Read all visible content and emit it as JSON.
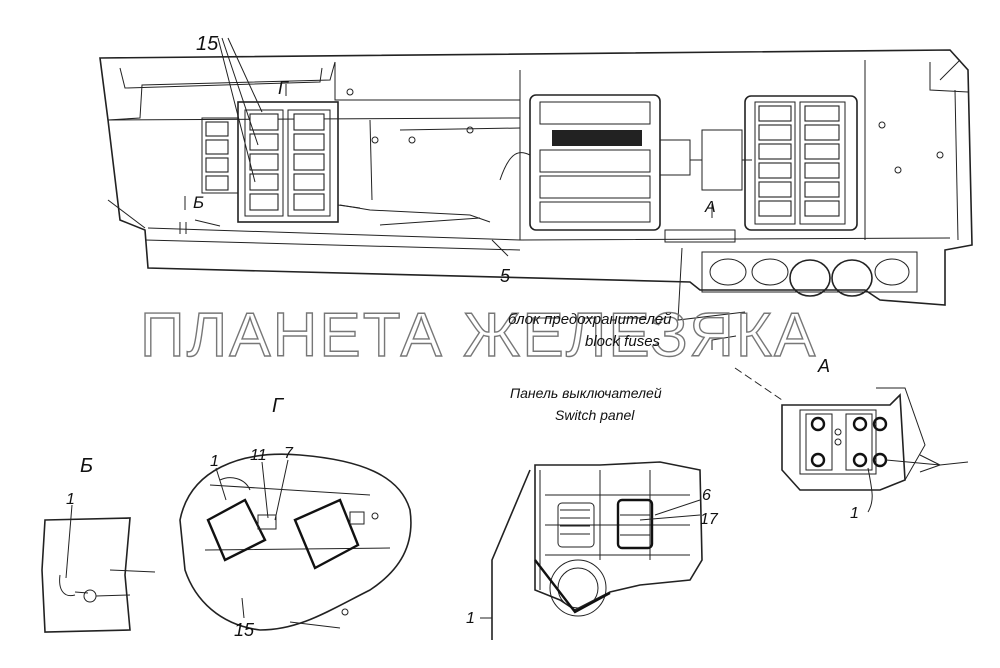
{
  "labels": {
    "callout_15_top": "15",
    "view_g_top": "Г",
    "view_b_top": "Б",
    "view_a_top": "А",
    "callout_5": "5",
    "fuse_block_ru": "блок предохранителей",
    "fuse_block_en": "block fuses",
    "switch_panel_ru": "Панель выключателей",
    "switch_panel_en": "Switch panel",
    "view_a_title": "А",
    "view_g_title": "Г",
    "view_b_title": "Б",
    "b_callout_1": "1",
    "g_callout_1": "1",
    "g_callout_11": "11",
    "g_callout_7": "7",
    "g_callout_15": "15",
    "sp_callout_6": "6",
    "sp_callout_17": "17",
    "sp_callout_1": "1",
    "a_callout_1": "1"
  },
  "watermark": "ПЛАНЕТА ЖЕЛЕЗЯКА"
}
